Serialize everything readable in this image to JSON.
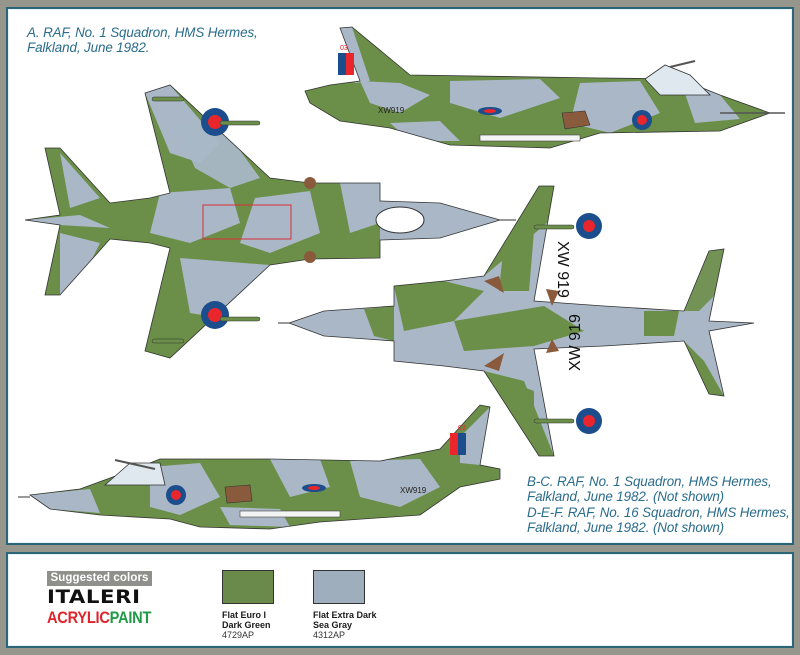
{
  "captions": {
    "a": {
      "line1": "A. RAF, No. 1 Squadron, HMS Hermes,",
      "line2": "Falkland, June 1982."
    },
    "bcdef": {
      "line1": "B-C. RAF, No. 1 Squadron, HMS Hermes,",
      "line2": "Falkland, June 1982. (Not shown)",
      "line3": "D-E-F. RAF, No. 16 Squadron, HMS Hermes,",
      "line4": "Falkland, June 1982. (Not shown)"
    }
  },
  "aircraft": {
    "top_side_view": {
      "serial": "XW919",
      "tail_code": "03",
      "view": "right-side profile"
    },
    "top_plan_view": {
      "view": "top view"
    },
    "under_plan_view": {
      "serial_wing": "XW 919",
      "view": "underside view"
    },
    "bottom_side_view": {
      "serial": "XW919",
      "tail_code": "03",
      "view": "left-side profile"
    }
  },
  "suggested_colors": {
    "label": "Suggested colors",
    "brand_line1": "ITALERI",
    "brand_acrylic": "ACRYLIC",
    "brand_paint": "PAINT",
    "paints": [
      {
        "name_line1": "Flat Euro I",
        "name_line2": "Dark Green",
        "code": "4729AP",
        "hex": "#6a8a4c"
      },
      {
        "name_line1": "Flat Extra Dark",
        "name_line2": "Sea Gray",
        "code": "4312AP",
        "hex": "#9eaebc"
      }
    ]
  },
  "colors": {
    "camo_green": "#6b8f48",
    "camo_gray": "#a9b7c6",
    "roundel_blue": "#1c4d8c",
    "roundel_red": "#e8262c",
    "caption_text": "#2a6c8c",
    "frame_border": "#2c6478",
    "background": "#96968c"
  }
}
